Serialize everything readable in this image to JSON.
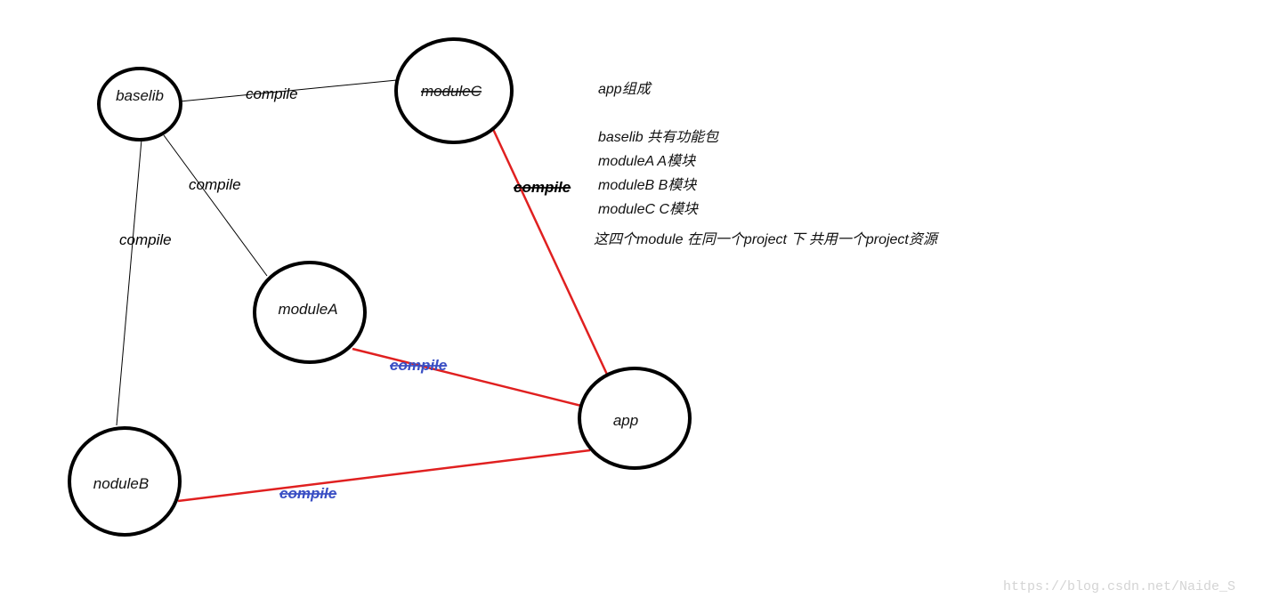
{
  "diagram": {
    "nodes": {
      "baselib": {
        "label": "baselib"
      },
      "moduleC": {
        "label": "moduleC"
      },
      "moduleA": {
        "label": "moduleA"
      },
      "noduleB": {
        "label": "noduleB"
      },
      "app": {
        "label": "app"
      }
    },
    "edges": {
      "baselib_moduleC": {
        "from": "baselib",
        "to": "moduleC",
        "label": "compile",
        "color": "#000000"
      },
      "baselib_moduleA": {
        "from": "baselib",
        "to": "moduleA",
        "label": "compile",
        "color": "#000000"
      },
      "baselib_noduleB": {
        "from": "baselib",
        "to": "noduleB",
        "label": "compile",
        "color": "#000000"
      },
      "moduleC_app": {
        "from": "moduleC",
        "to": "app",
        "label": "compile",
        "color": "#e02020"
      },
      "moduleA_app": {
        "from": "moduleA",
        "to": "app",
        "label": "compile",
        "color": "#e02020"
      },
      "noduleB_app": {
        "from": "noduleB",
        "to": "app",
        "label": "compile",
        "color": "#e02020"
      }
    },
    "label_colors": {
      "black": "#000000",
      "blue": "#3a4fc4"
    }
  },
  "notes": {
    "title": "app组成",
    "line1": "baselib 共有功能包",
    "line2": "moduleA A模块",
    "line3": "moduleB B模块",
    "line4": "moduleC C模块",
    "line5": "这四个module 在同一个project 下 共用一个project资源"
  },
  "watermark": "https://blog.csdn.net/Naide_S"
}
